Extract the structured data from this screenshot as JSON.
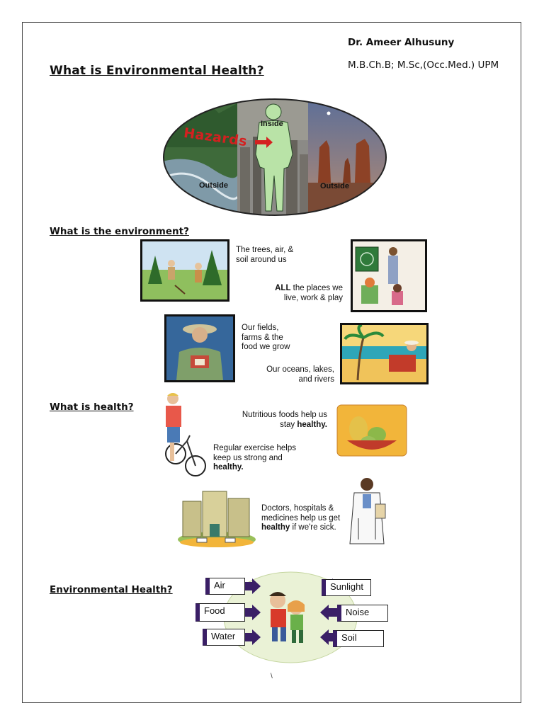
{
  "header": {
    "title": "What is Environmental Health?",
    "author": "Dr. Ameer Alhusuny",
    "credentials": "M.B.Ch.B; M.Sc,(Occ.Med.) UPM"
  },
  "hero": {
    "hazard": "Hazards",
    "inside": "Inside",
    "outside_left": "Outside",
    "outside_right": "Outside"
  },
  "environment": {
    "heading": "What is the environment?",
    "items": [
      {
        "line1": "The trees, air, &",
        "line2": "soil around us"
      },
      {
        "bold": "ALL",
        "rest": " the places we",
        "line2": "live, work & play"
      },
      {
        "line1": "Our fields,",
        "line2": "farms & the",
        "line3": "food we grow"
      },
      {
        "line1": "Our oceans, lakes,",
        "line2": "and rivers"
      }
    ]
  },
  "health": {
    "heading": "What is health?",
    "foods": {
      "line1": "Nutritious foods help us",
      "line2_pre": "stay ",
      "line2_bold": "healthy."
    },
    "exercise": {
      "line1": "Regular exercise helps",
      "line2": "keep us strong and",
      "line3_bold": "healthy."
    },
    "doctors": {
      "line1": "Doctors, hospitals &",
      "line2": "medicines help us get",
      "line3_bold": "healthy",
      "line3_rest": " if we're sick."
    }
  },
  "env_health": {
    "heading": "Environmental Health?",
    "left": [
      "Air",
      "Food",
      "Water"
    ],
    "right": [
      "Sunlight",
      "Noise",
      "Soil"
    ]
  },
  "footer": {
    "mark": "\\"
  },
  "colors": {
    "arrow": "#3a1f66",
    "oval_border": "#222222",
    "body_green": "#b9e3a7",
    "hazard_red": "#d42020"
  }
}
